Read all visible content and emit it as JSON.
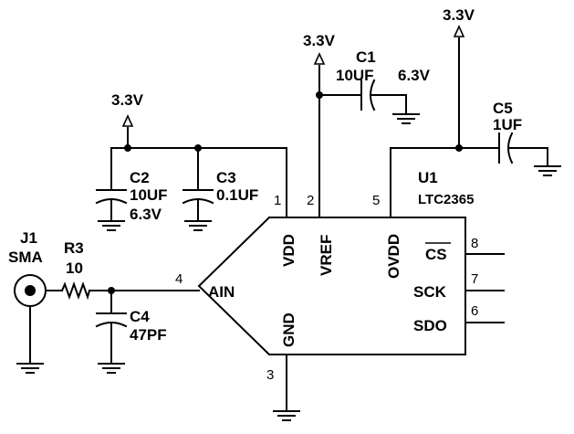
{
  "power": {
    "c1_supply": "3.3V",
    "c2_supply": "3.3V",
    "c5_supply": "3.3V"
  },
  "c1": {
    "ref": "C1",
    "value": "10UF",
    "voltage": "6.3V"
  },
  "c2": {
    "ref": "C2",
    "value": "10UF",
    "voltage": "6.3V"
  },
  "c3": {
    "ref": "C3",
    "value": "0.1UF"
  },
  "c4": {
    "ref": "C4",
    "value": "47PF"
  },
  "c5": {
    "ref": "C5",
    "value": "1UF"
  },
  "r3": {
    "ref": "R3",
    "value": "10"
  },
  "j1": {
    "ref": "J1",
    "value": "SMA"
  },
  "u1": {
    "ref": "U1",
    "part": "LTC2365",
    "pins": {
      "vdd": {
        "name": "VDD",
        "number": "1"
      },
      "vref": {
        "name": "VREF",
        "number": "2"
      },
      "gnd": {
        "name": "GND",
        "number": "3"
      },
      "ain": {
        "name": "AIN",
        "number": "4"
      },
      "ovdd": {
        "name": "OVDD",
        "number": "5"
      },
      "sdo": {
        "name": "SDO",
        "number": "6"
      },
      "sck": {
        "name": "SCK",
        "number": "7"
      },
      "cs": {
        "name": "CS",
        "number": "8"
      }
    }
  }
}
